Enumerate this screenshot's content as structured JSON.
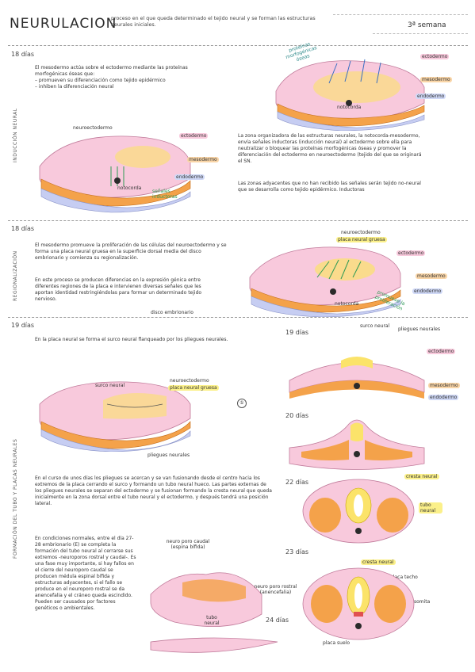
{
  "header": {
    "title": "NEURULACION",
    "subtitle": "proceso en el que queda determinado el tejido neural y se forman las estructuras neurales iniciales.",
    "week": "3ª semana"
  },
  "section1": {
    "side_label": "INDUCCIÓN NEURAL",
    "day": "18 días",
    "intro": {
      "p1": "El mesodermo actúa sobre el ectodermo mediante las proteínas morfogénicas óseas que:",
      "b1": "– promueven su diferenciación como tejido epidérmico",
      "b2": "– inhiben la diferenciación neural"
    },
    "fig_a_labels": {
      "proteins": "proteínas morfogénicas óseas",
      "ectodermo": "ectodermo",
      "mesodermo": "mesodermo",
      "endodermo": "endodermo",
      "notocorda": "notocorda"
    },
    "fig_b_labels": {
      "neuroectodermo": "neuroectodermo",
      "ectodermo": "ectodermo",
      "mesodermo": "mesodermo",
      "endodermo": "endodermo",
      "notocorda": "notocorda",
      "senales": "señales inductoras"
    },
    "para2": "La zona organizadora de las estructuras neurales, la notocorda-mesodermo, envía señales inductoras (inducción neural) al ectodermo sobre ella para neutralizar o bloquear las proteínas morfogénicas óseas y promover la diferenciación del ectodermo en neuroectodermo (tejido del que se originará el SN.",
    "para3": "Las zonas adyacentes que no han recibido las señales serán tejido no-neural que se desarrolla como tejido epidérmico. Inductoras"
  },
  "section2": {
    "side_label": "REGIONALIZACIÓN",
    "day": "18 días",
    "para1": "El mesodermo promueve la proliferación de las células del neuroectodermo y se forma una placa neural gruesa en la superficie dorsal media del disco embrionario y comienza su regionalización.",
    "para2": "En este proceso se producen diferencias en la expresión génica entre diferentes regiones de la placa e intervienen diversas señales que les aportan identidad restringiéndolas para formar un determinado tejido nervioso.",
    "disco": "disco embrionario",
    "labels": {
      "neuro": "neuroectodermo",
      "placa": "placa neural gruesa",
      "ectodermo": "ectodermo",
      "mesodermo": "mesodermo",
      "endodermo": "endodermo",
      "notocorda": "notocorda",
      "promueve": "promueve la proliferación"
    }
  },
  "section3": {
    "side_label": "FORMACIÓN DEL TUBO Y PLACAS NEURALES",
    "day": "19 días",
    "para1": "En la placa neural se forma el surco neural flanqueado por los pliegues neurales.",
    "fig_labels": {
      "surco": "surco neural",
      "neuro": "neuroectodermo",
      "placa": "placa neural gruesa",
      "pliegues": "pliegues neurales",
      "circle": "①"
    },
    "para2": "En el curso de unos días los pliegues se acercan y se van fusionando desde el centro hacia los extremos de la placa cerrando el surco y formando un tubo neural hueco. Las partes externas de los pliegues neurales se separan del ectodermo y se fusionan formando la cresta neural que queda inicialmente en la zona dorsal entre el tubo neural y el ectodermo, y después tendrá una posición lateral.",
    "para3": "En condiciones normales, entre el día 27-28 embrionario (E) se completa la formación del tubo neural al cerrarse sus extremos -neuroporos rostral y caudal-. Es una fase muy importante, si hay fallos en el cierre del neuroporo caudal se producen médula espinal bífida y estructuras adyacentes, si el fallo se produce en el neuroporo rostral se da anencefalia y el cráneo queda escindido. Pueden ser causados por factores genéticos o ambientales.",
    "embryo_labels": {
      "caudal": "neuro poro caudal (espina bífida)",
      "rostral": "neuro poro rostral (anencefalia)",
      "tubo": "tubo neural",
      "dias24": "24 días"
    },
    "cross": {
      "d19": "19 días",
      "d20": "20 días",
      "d22": "22 días",
      "d23": "23 días",
      "surco": "surco neural",
      "pliegues": "pliegues neurales",
      "ectodermo": "ectodermo",
      "mesodermo": "mesodermo",
      "endodermo": "endodermo",
      "cresta1": "cresta neural",
      "tubo": "tubo neural",
      "cresta2": "cresta neural",
      "placa_techo": "placa techo",
      "somita": "somita",
      "placa_suelo": "placa suelo"
    }
  },
  "colors": {
    "pink": "#f8c9dc",
    "orange": "#f4a24a",
    "yellow": "#fbe36a",
    "blue": "#c6cdf2",
    "green": "#8fd3a8"
  }
}
